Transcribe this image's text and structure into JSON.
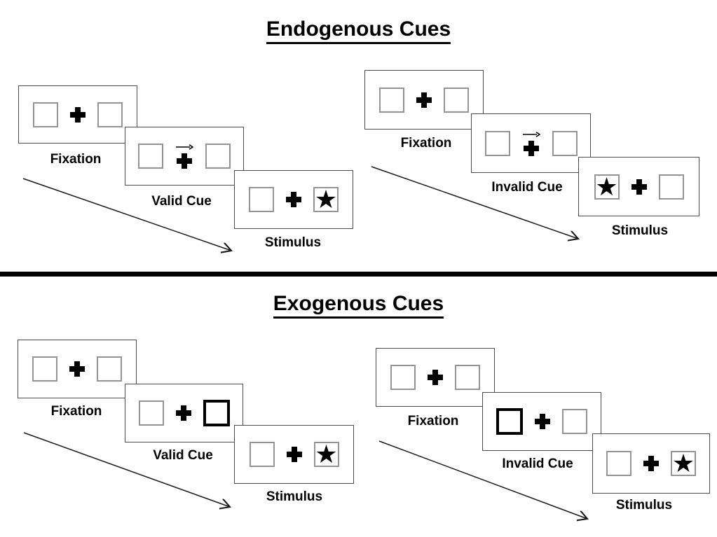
{
  "sections": [
    {
      "title": "Endogenous Cues",
      "sequences": [
        {
          "name": "valid",
          "steps": [
            {
              "label": "Fixation",
              "type": "fixation"
            },
            {
              "label": "Valid Cue",
              "type": "central-arrow-cue-pointing-right"
            },
            {
              "label": "Stimulus",
              "type": "star-in-right-box"
            }
          ]
        },
        {
          "name": "invalid",
          "steps": [
            {
              "label": "Fixation",
              "type": "fixation"
            },
            {
              "label": "Invalid Cue",
              "type": "central-arrow-cue-pointing-right"
            },
            {
              "label": "Stimulus",
              "type": "star-in-left-box"
            }
          ]
        }
      ]
    },
    {
      "title": "Exogenous Cues",
      "sequences": [
        {
          "name": "valid",
          "steps": [
            {
              "label": "Fixation",
              "type": "fixation"
            },
            {
              "label": "Valid Cue",
              "type": "peripheral-bold-box-cue-right"
            },
            {
              "label": "Stimulus",
              "type": "star-in-right-box"
            }
          ]
        },
        {
          "name": "invalid",
          "steps": [
            {
              "label": "Fixation",
              "type": "fixation"
            },
            {
              "label": "Invalid Cue",
              "type": "peripheral-bold-box-cue-left"
            },
            {
              "label": "Stimulus",
              "type": "star-in-right-box"
            }
          ]
        }
      ]
    }
  ],
  "icons": {
    "star": "★",
    "fixation_cross": "plus",
    "cue_arrow_direction": "right"
  },
  "colors": {
    "background": "#ffffff",
    "panel_border": "#4a4a4a",
    "placeholder_box_border": "#949494",
    "bold_cue_box_border": "#000000",
    "symbol": "#000000",
    "divider": "#000000",
    "text": "#000000"
  }
}
